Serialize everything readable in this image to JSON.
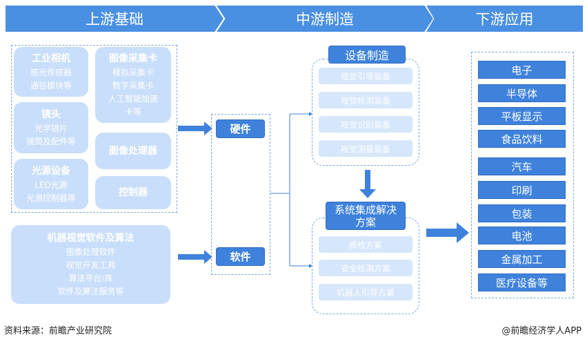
{
  "header": {
    "upstream": "上游基础",
    "midstream": "中游制造",
    "downstream": "下游应用"
  },
  "upstream": {
    "camera": {
      "title": "工业相机",
      "lines": [
        "感光传感器",
        "通信模块等"
      ]
    },
    "capture_card": {
      "title": "图像采集卡",
      "lines": [
        "模拟采集卡",
        "数字采集卡",
        "人工智能加速",
        "卡等"
      ]
    },
    "lens": {
      "title": "镜头",
      "lines": [
        "光学镜片",
        "镜筒及配件等"
      ]
    },
    "processor": {
      "title": "图像处理器"
    },
    "light": {
      "title": "光源设备",
      "lines": [
        "LED光源",
        "光源控制器等"
      ]
    },
    "controller": {
      "title": "控制器"
    },
    "software": {
      "title": "机器视觉软件及算法",
      "lines": [
        "图像处理软件",
        "视觉开发工具",
        "算法平台/库",
        "软件及算法服务等"
      ]
    }
  },
  "middle": {
    "hardware": "硬件",
    "software": "软件"
  },
  "midstream": {
    "equipment": {
      "title": "设备制造",
      "items": [
        "视觉引导装备",
        "视觉检测装备",
        "视觉识别装备",
        "视觉测量装备"
      ]
    },
    "integration": {
      "title": "系统集成解决方案",
      "items": [
        "质检方案",
        "安全检测方案",
        "机器人引导方案"
      ]
    }
  },
  "downstream": {
    "items": [
      "电子",
      "半导体",
      "平板显示",
      "食品饮料",
      "汽车",
      "印刷",
      "包装",
      "电池",
      "金属加工",
      "医疗设备等"
    ]
  },
  "footer": {
    "source": "资料来源：前瞻产业研究院",
    "brand": "@前瞻经济学人APP"
  }
}
